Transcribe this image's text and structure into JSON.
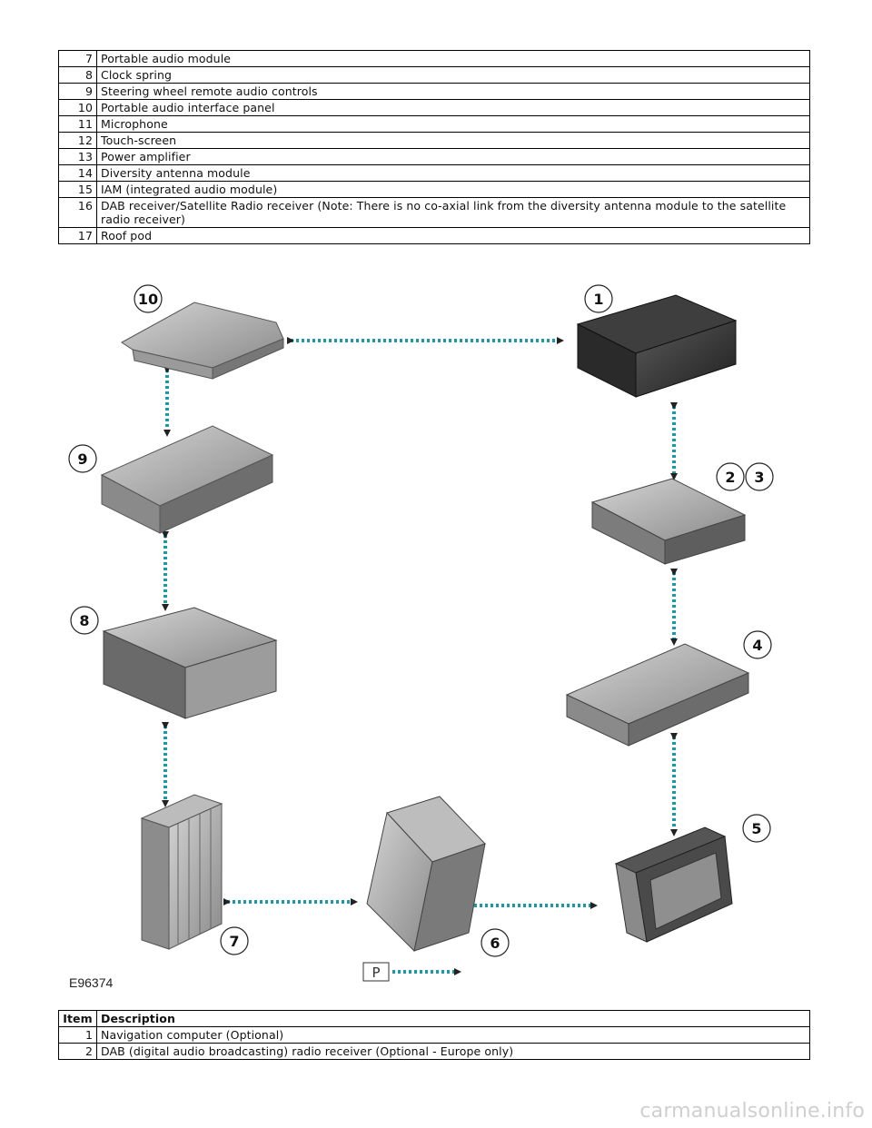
{
  "top_table": {
    "rows": [
      {
        "item": "7",
        "desc": "Portable audio module"
      },
      {
        "item": "8",
        "desc": "Clock spring"
      },
      {
        "item": "9",
        "desc": "Steering wheel remote audio controls"
      },
      {
        "item": "10",
        "desc": "Portable audio interface panel"
      },
      {
        "item": "11",
        "desc": "Microphone"
      },
      {
        "item": "12",
        "desc": "Touch-screen"
      },
      {
        "item": "13",
        "desc": "Power amplifier"
      },
      {
        "item": "14",
        "desc": "Diversity antenna module"
      },
      {
        "item": "15",
        "desc": "IAM (integrated audio module)"
      },
      {
        "item": "16",
        "desc": "DAB receiver/Satellite Radio receiver (Note: There is no co-axial link from the diversity antenna module to the satellite radio receiver)"
      },
      {
        "item": "17",
        "desc": "Roof pod"
      }
    ]
  },
  "diagram": {
    "callouts": [
      "10",
      "1",
      "9",
      "2",
      "3",
      "8",
      "4",
      "7",
      "6",
      "5"
    ],
    "p_label": "P",
    "figure_id": "E96374",
    "link_color": "#1a9aa6"
  },
  "bottom_table": {
    "header_item": "Item",
    "header_desc": "Description",
    "rows": [
      {
        "item": "1",
        "desc": "Navigation computer (Optional)"
      },
      {
        "item": "2",
        "desc": "DAB (digital audio broadcasting) radio receiver (Optional - Europe only)"
      }
    ]
  },
  "watermark": "carmanualsonline.info"
}
